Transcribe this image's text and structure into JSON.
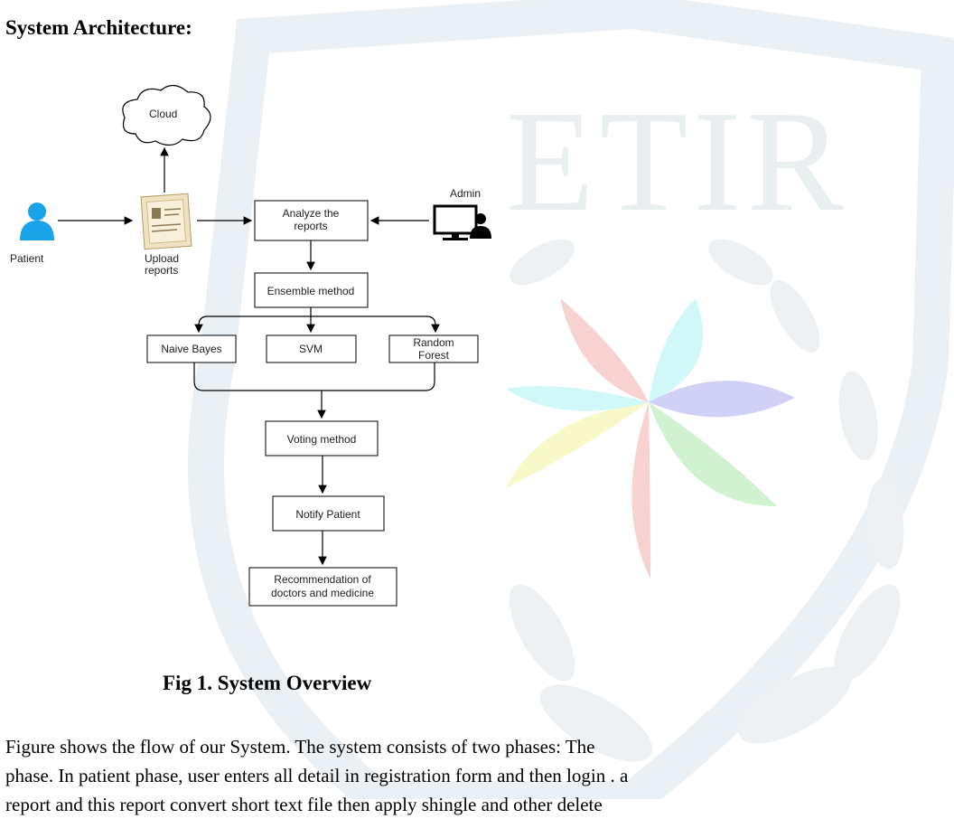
{
  "page": {
    "heading": "System Architecture:",
    "caption": "Fig 1. System Overview",
    "paragraph_lines": [
      "Figure shows the flow of our System. The system consists of two phases: The",
      "phase. In patient phase, user enters all detail in registration form and then login . a",
      "report and this report convert short text file then apply shingle and other delete"
    ]
  },
  "watermark": {
    "text": "ETIR",
    "colors": [
      "#f7c9c9",
      "#c9f7f7",
      "#c9c9f7",
      "#f7f7c0",
      "#c9f0c9"
    ]
  },
  "diagram": {
    "nodes": {
      "cloud": "Cloud",
      "admin": "Admin",
      "patient": "Patient",
      "upload_line1": "Upload",
      "upload_line2": "reports",
      "analyze_line1": "Analyze the",
      "analyze_line2": "reports",
      "ensemble": "Ensemble method",
      "naive_bayes": "Naive Bayes",
      "svm": "SVM",
      "rf_line1": "Random",
      "rf_line2": "Forest",
      "voting": "Voting method",
      "notify": "Notify Patient",
      "rec_line1": "Recommendation of",
      "rec_line2": "doctors and medicine"
    },
    "icons": {
      "patient": "person-icon",
      "upload": "document-icon",
      "admin": "monitor-user-icon",
      "cloud": "cloud-icon"
    }
  }
}
